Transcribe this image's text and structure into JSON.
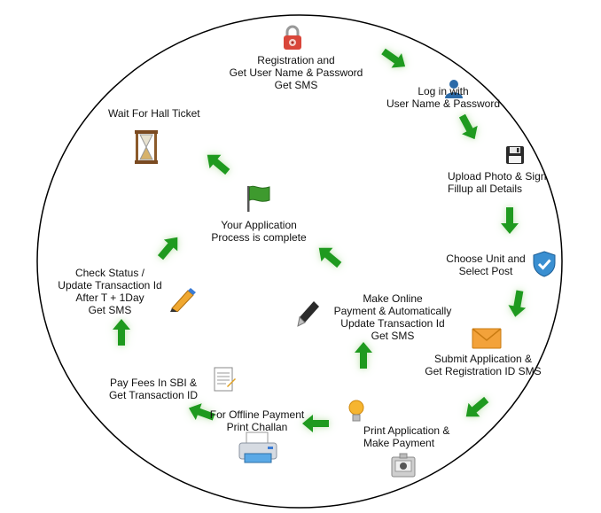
{
  "steps": {
    "registration": "Registration and\nGet User Name & Password\nGet SMS",
    "login": "Log in with\nUser Name & Password",
    "upload": "Upload Photo & Sign\nFillup all Details",
    "choose_unit": "Choose Unit and\nSelect Post",
    "submit": "Submit Application &\nGet Registration ID SMS",
    "print_application": "Print Application &\nMake Payment",
    "offline_payment": "For Offline Payment\nPrint Challan",
    "pay_fees": "Pay Fees In SBI &\nGet Transaction ID",
    "check_status": "Check Status /\nUpdate Transaction Id\nAfter T + 1Day\nGet SMS",
    "wait_hall_ticket": "Wait For Hall Ticket",
    "application_complete": "Your Application\nProcess is complete",
    "online_payment": "Make Online\nPayment & Automatically\nUpdate Transaction Id\nGet SMS"
  },
  "icons": {
    "registration": "lock-icon",
    "login": "user-icon",
    "upload": "floppy-disk-icon",
    "choose_unit": "shield-check-icon",
    "submit": "envelope-icon",
    "print_application": "cash-register-icon",
    "offline_payment": "printer-icon",
    "pay_fees": "document-icon",
    "check_status": "pencil-icon",
    "wait_hall_ticket": "hourglass-icon",
    "application_complete": "flag-icon",
    "online_payment": "pen-icon",
    "lightbulb": "lightbulb-icon"
  },
  "colors": {
    "arrow": "#1f9a1f",
    "circle": "#000000"
  }
}
